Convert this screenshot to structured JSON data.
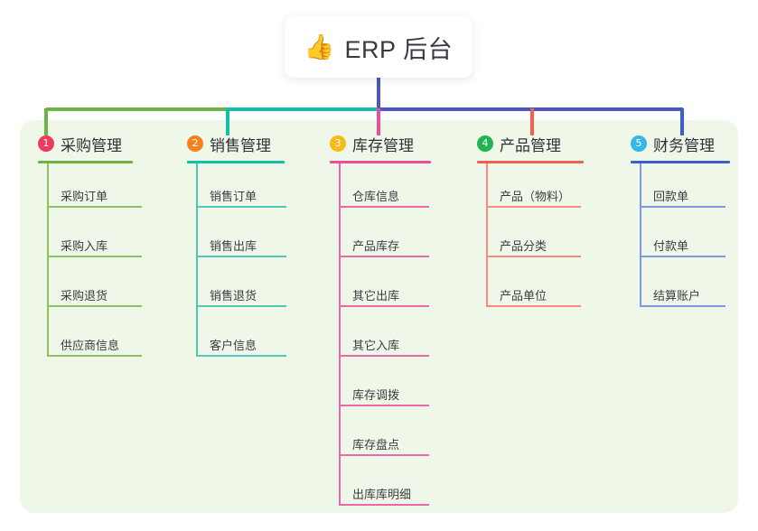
{
  "diagram": {
    "title": "ERP 后台",
    "type": "mind-map",
    "root": {
      "emoji": "👍",
      "emoji_name": "thumbs-up-icon",
      "label": "ERP 后台"
    },
    "panel_color": "#eef7e8",
    "bus_colors": [
      "#6cb33f",
      "#13bfa6",
      "#4b56c4",
      "#4b56c4"
    ],
    "columns": [
      {
        "number": "1",
        "title": "采购管理",
        "badge_color": "#ef3b5b",
        "header_line_color": "#6cb33f",
        "line_color": "#8dc166",
        "spine_color": "#8dc166",
        "stub_color": "#6cb33f",
        "items": [
          {
            "label": "采购订单"
          },
          {
            "label": "采购入库"
          },
          {
            "label": "采购退货"
          },
          {
            "label": "供应商信息"
          }
        ]
      },
      {
        "number": "2",
        "title": "销售管理",
        "badge_color": "#f58220",
        "header_line_color": "#13bfa6",
        "line_color": "#4fc8bb",
        "spine_color": "#4fc8bb",
        "stub_color": "#13bfa6",
        "items": [
          {
            "label": "销售订单"
          },
          {
            "label": "销售出库"
          },
          {
            "label": "销售退货"
          },
          {
            "label": "客户信息"
          }
        ]
      },
      {
        "number": "3",
        "title": "库存管理",
        "badge_color": "#f5bc18",
        "header_line_color": "#ee4b9b",
        "line_color": "#ef66ab",
        "spine_color": "#ef66ab",
        "stub_color": "#ee4b9b",
        "items": [
          {
            "label": "仓库信息"
          },
          {
            "label": "产品库存"
          },
          {
            "label": "其它出库"
          },
          {
            "label": "其它入库"
          },
          {
            "label": "库存调拨"
          },
          {
            "label": "库存盘点"
          },
          {
            "label": "出库库明细"
          }
        ]
      },
      {
        "number": "4",
        "title": "产品管理",
        "badge_color": "#20b455",
        "header_line_color": "#f4604f",
        "line_color": "#f58d85",
        "spine_color": "#f58d85",
        "stub_color": "#f4604f",
        "items": [
          {
            "label": "产品（物料）"
          },
          {
            "label": "产品分类"
          },
          {
            "label": "产品单位"
          }
        ]
      },
      {
        "number": "5",
        "title": "财务管理",
        "badge_color": "#35b7e8",
        "header_line_color": "#3b5fd0",
        "line_color": "#7d9ae0",
        "spine_color": "#7d9ae0",
        "stub_color": "#3b5fd0",
        "items": [
          {
            "label": "回款单"
          },
          {
            "label": "付款单"
          },
          {
            "label": "结算账户"
          }
        ]
      }
    ]
  }
}
